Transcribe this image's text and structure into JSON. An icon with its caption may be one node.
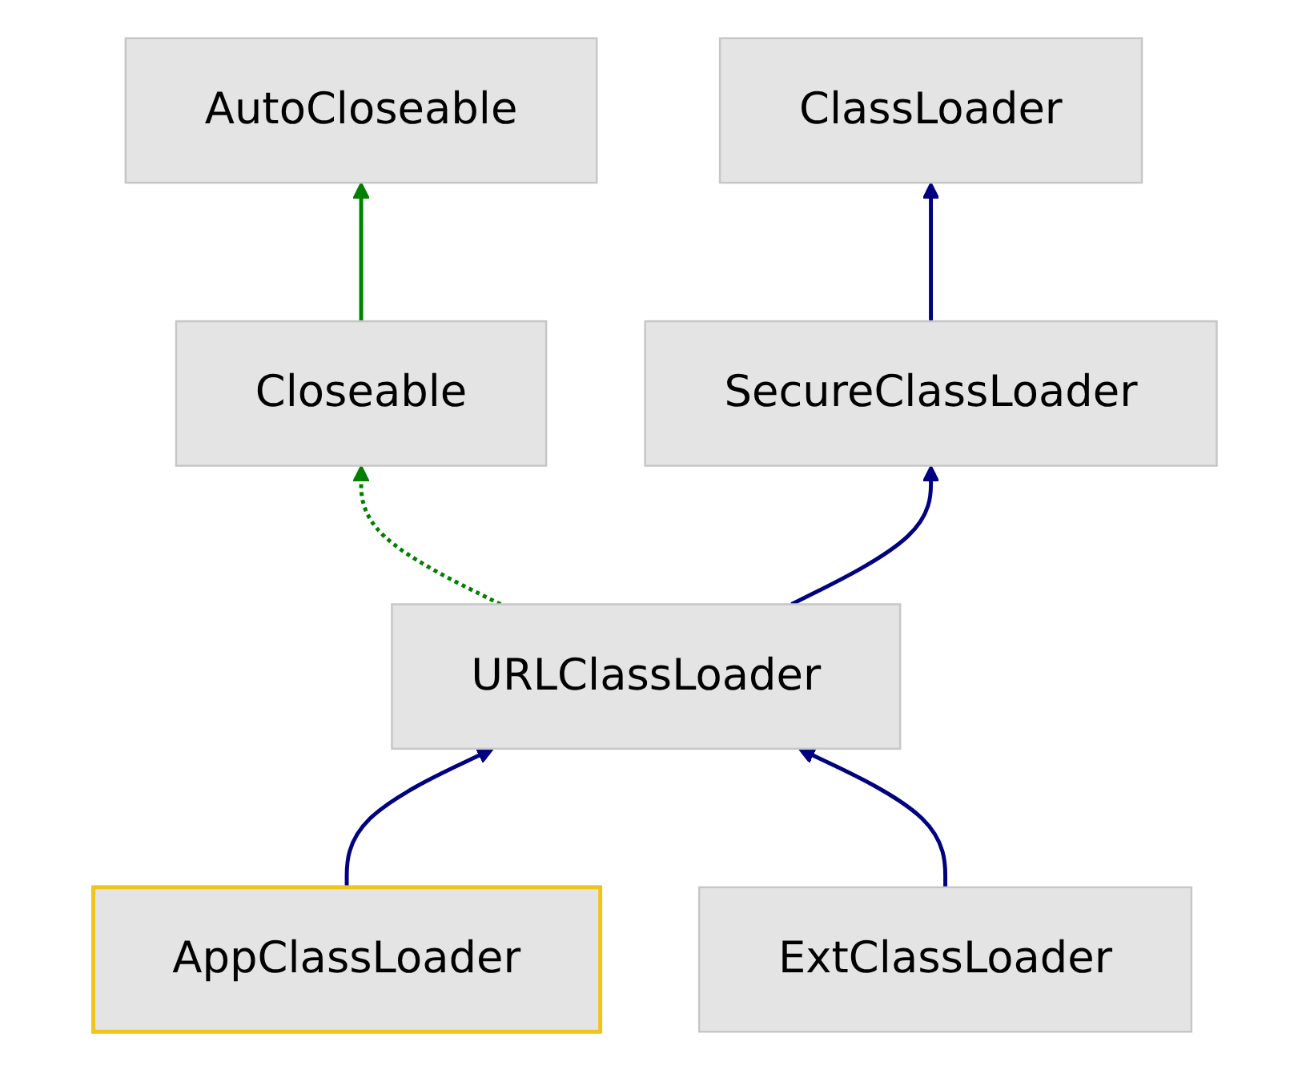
{
  "diagram": {
    "nodes": [
      {
        "text": [
          "AutoCloseable"
        ]
      },
      {
        "text": [
          "ClassLoader"
        ]
      },
      {
        "text": [
          "Closeable"
        ]
      },
      {
        "text": [
          "SecureClassLoader"
        ]
      },
      {
        "text": [
          "URLClassLoader"
        ]
      },
      {
        "text": [
          "AppClassLoader"
        ]
      },
      {
        "text": [
          "ExtClassLoader"
        ]
      }
    ],
    "edges": [
      {
        "from": 2,
        "to": 0,
        "arrow": "to",
        "color": "#008000"
      },
      {
        "from": 3,
        "to": 1,
        "arrow": "to"
      },
      {
        "from": 4,
        "to": 2,
        "arrow": "to",
        "style": "dashed",
        "color": "#008000"
      },
      {
        "from": 4,
        "to": 3,
        "arrow": "to"
      },
      {
        "from": 5,
        "to": 4,
        "arrow": "to"
      },
      {
        "from": 6,
        "to": 4,
        "arrow": "to"
      }
    ]
  }
}
